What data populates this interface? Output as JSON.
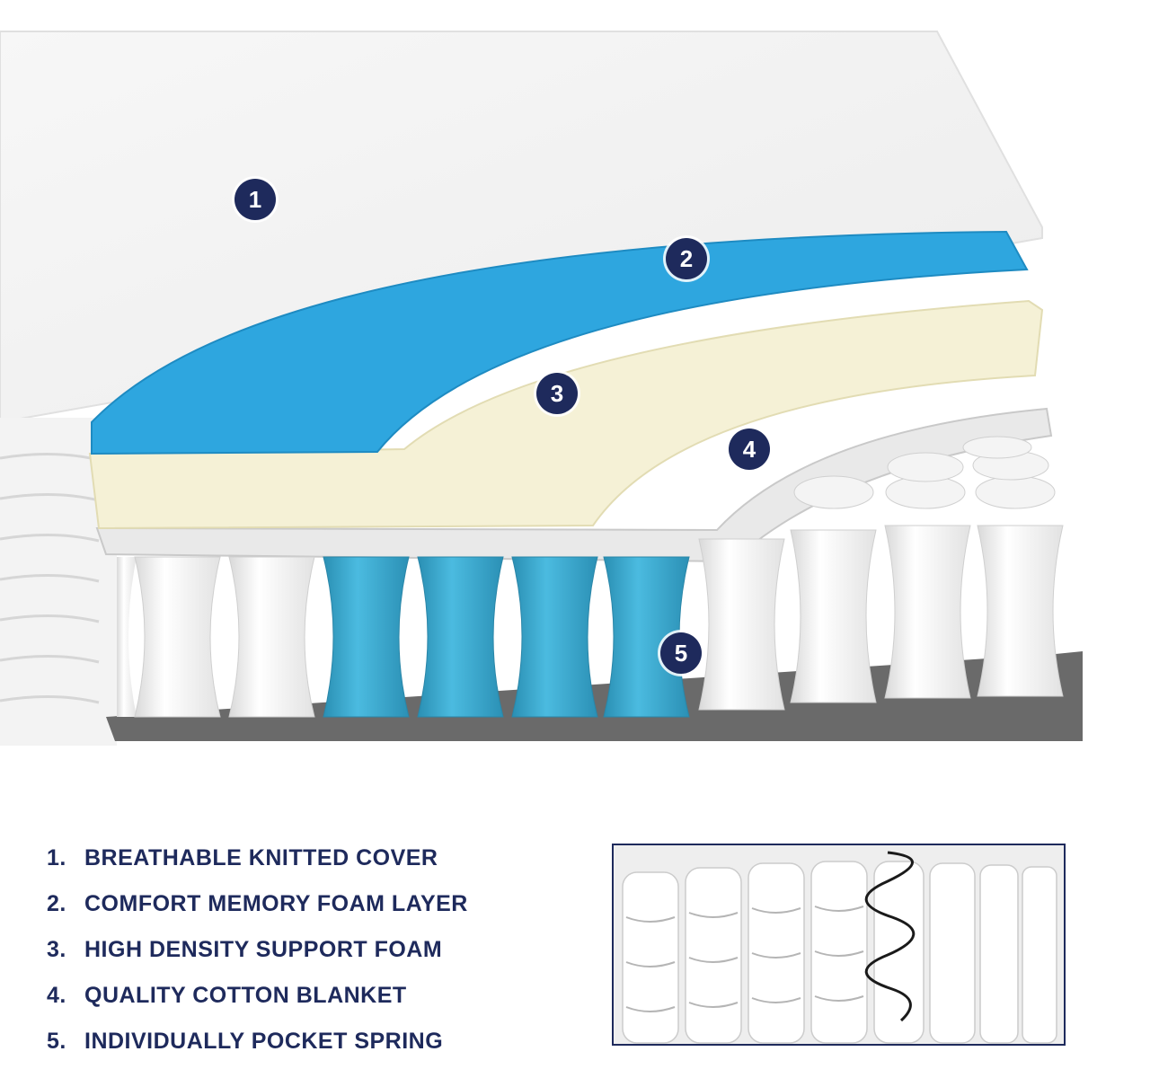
{
  "layers": [
    {
      "number": "1",
      "label": "BREATHABLE KNITTED COVER"
    },
    {
      "number": "2",
      "label": "COMFORT MEMORY FOAM LAYER"
    },
    {
      "number": "3",
      "label": "HIGH DENSITY SUPPORT FOAM"
    },
    {
      "number": "4",
      "label": "QUALITY COTTON BLANKET"
    },
    {
      "number": "5",
      "label": "INDIVIDUALLY POCKET SPRING"
    }
  ],
  "legend_numbers": [
    "1.",
    "2.",
    "3.",
    "4.",
    "5."
  ],
  "colors": {
    "badge": "#1e2a5c",
    "memory_foam": "#2ea6df",
    "support_foam": "#f5f1d6",
    "cotton_blanket": "#e6e6e6",
    "pocket_spring_white": "#ffffff",
    "pocket_spring_blue": "#34a6c9",
    "base": "#6a6a6a",
    "legend_text": "#1e2a5c"
  }
}
